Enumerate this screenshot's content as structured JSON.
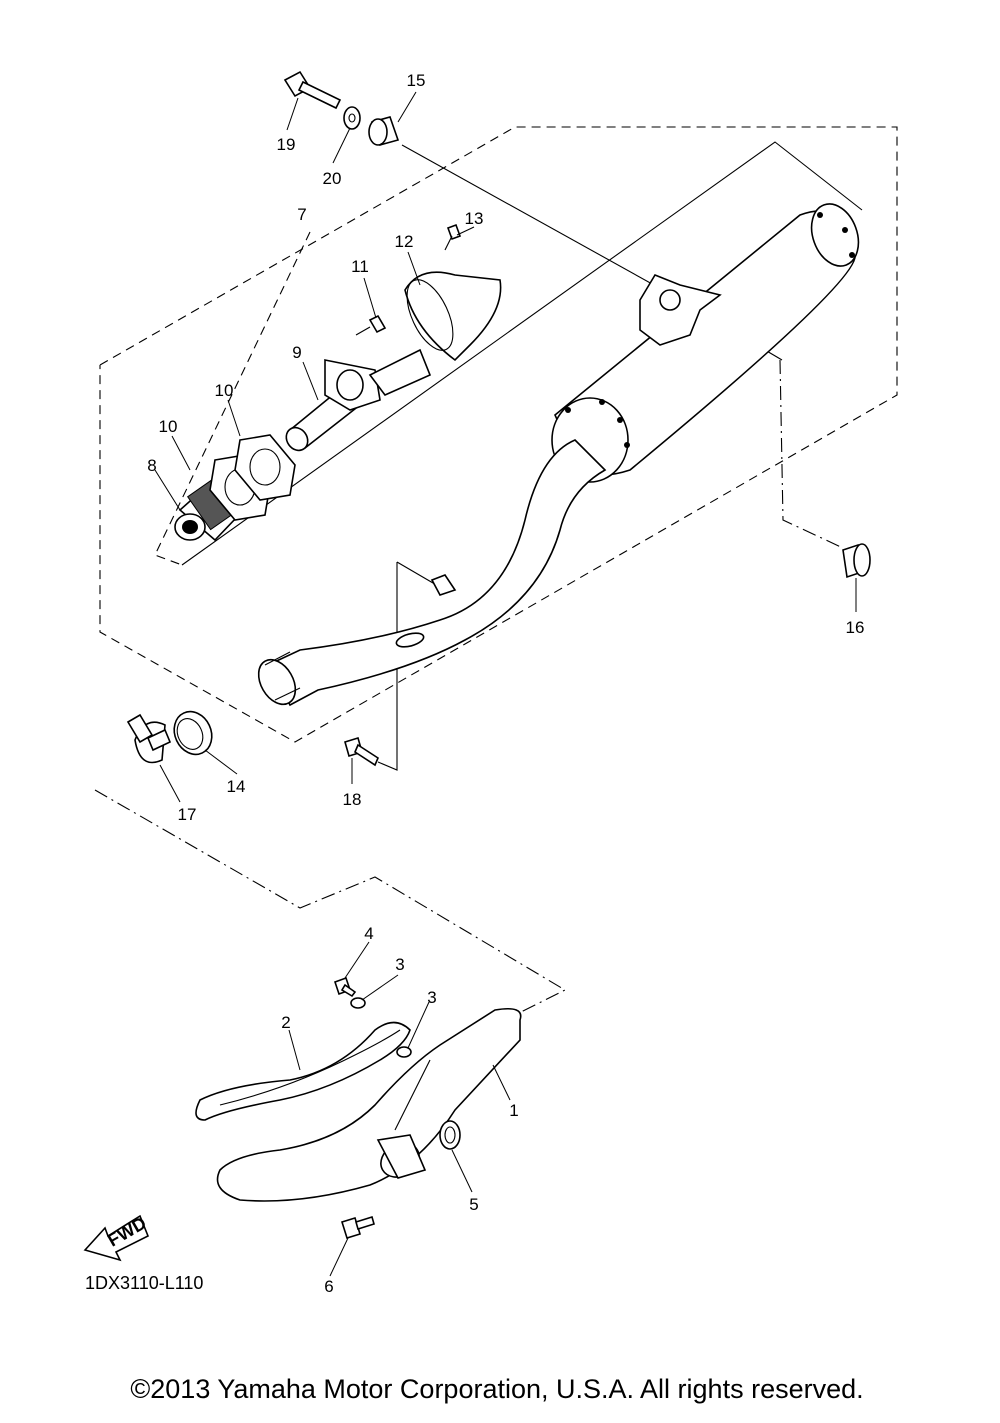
{
  "callouts": {
    "c1": "1",
    "c2": "2",
    "c3a": "3",
    "c3b": "3",
    "c4": "4",
    "c5": "5",
    "c6": "6",
    "c7": "7",
    "c8": "8",
    "c9": "9",
    "c10a": "10",
    "c10b": "10",
    "c11": "11",
    "c12": "12",
    "c13": "13",
    "c14": "14",
    "c15": "15",
    "c16": "16",
    "c17": "17",
    "c18": "18",
    "c19": "19",
    "c20": "20"
  },
  "fwd_label": "FWD",
  "diagram_code": "1DX3110-L110",
  "copyright": "©2013 Yamaha Motor Corporation, U.S.A. All rights reserved."
}
